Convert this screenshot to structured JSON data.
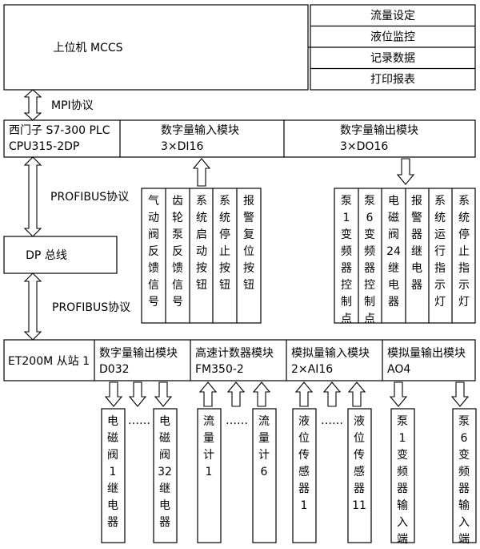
{
  "pc": {
    "title": "上位机 MCCS",
    "functions": [
      "流量设定",
      "液位监控",
      "记录数据",
      "打印报表"
    ]
  },
  "link_mpi": "MPI协议",
  "plc": {
    "line1": "西门子  S7-300  PLC",
    "line2": "CPU315-2DP",
    "di_title": "数字量输入模块",
    "di_count": "3×DI16",
    "do_title": "数字量输出模块",
    "do_count": "3×DO16"
  },
  "di_inputs": [
    "气动阀反馈信号",
    "齿轮泵反馈信号",
    "系统启动按钮",
    "系统停止按钮",
    "报警复位按钮"
  ],
  "do_outputs": [
    "泵1变频器控制点",
    "泵6变频器控制点",
    "电磁阀24继电器",
    "报警器继电器",
    "系统运行指示灯",
    "系统停止指示灯"
  ],
  "link_profibus_1": "PROFIBUS协议",
  "dp_bus": "DP 总线",
  "link_profibus_2": "PROFIBUS协议",
  "et200m": {
    "station": "ET200M 从站 1",
    "modules": [
      {
        "title": "数字量输出模块",
        "code": "D032"
      },
      {
        "title": "高速计数器模块",
        "code": "FM350-2"
      },
      {
        "title": "模拟量输入模块",
        "code": "2×AI16"
      },
      {
        "title": "模拟量输出模块",
        "code": "AO4"
      }
    ]
  },
  "field_devices": [
    "电磁阀1继电器",
    "电磁阀32继电器",
    "流量计1",
    "流量计6",
    "液位传感器1",
    "液位传感器11",
    "泵1变频器输入端",
    "泵6变频器输入端"
  ],
  "ellipsis": "……"
}
